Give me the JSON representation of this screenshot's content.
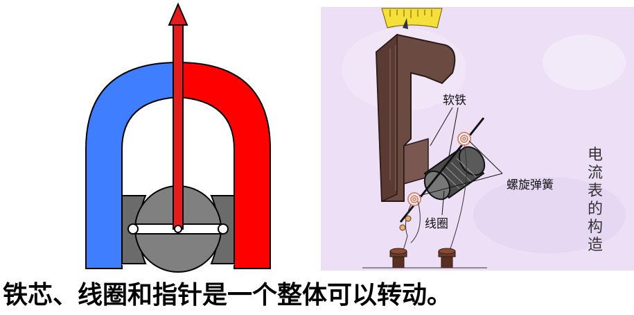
{
  "right_figure": {
    "labels": {
      "soft_iron": "软铁",
      "spiral_spring": "螺旋弹簧",
      "coil": "线圈"
    },
    "side_title": [
      "电",
      "流",
      "表",
      "的",
      "构",
      "造"
    ]
  },
  "caption": "铁芯、线圈和指针是一个整体可以转动。",
  "colors": {
    "magnet_north": "#ff0000",
    "magnet_south": "#3f7fff",
    "pointer": "#e51c1c",
    "core": "#808080",
    "right_background": "#ecdff6",
    "scale": "#f5e03a"
  }
}
